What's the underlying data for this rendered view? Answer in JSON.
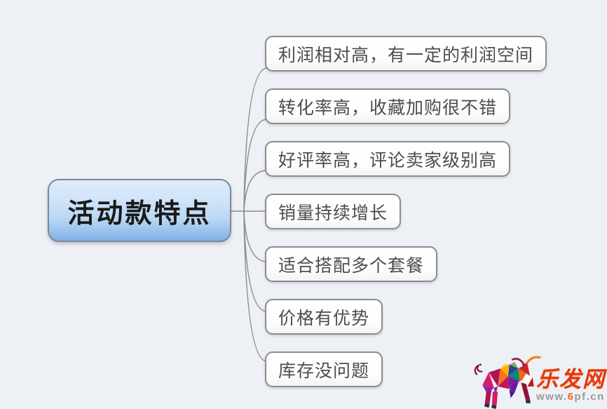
{
  "page": {
    "background_color": "#edf0f5"
  },
  "mindmap": {
    "root": {
      "label": "活动款特点",
      "fill_top": "#deecfb",
      "fill_bottom": "#7fb0e8",
      "border_color": "#7d8896",
      "text_color": "#1a1a1a"
    },
    "branches": [
      {
        "label": "利润相对高，有一定的利润空间"
      },
      {
        "label": "转化率高，收藏加购很不错"
      },
      {
        "label": "好评率高，评论卖家级别高"
      },
      {
        "label": "销量持续增长"
      },
      {
        "label": "适合搭配多个套餐"
      },
      {
        "label": "价格有优势"
      },
      {
        "label": "库存没问题"
      }
    ],
    "branch_text_color": "#4d4d4d",
    "branch_border_color": "#8c8c8c",
    "connector_color": "#8e8e8e"
  },
  "watermark": {
    "logo_icon": "bull-logo",
    "site_name": "乐发网",
    "site_name_color": "#e8380d",
    "url_prefix": "www.",
    "url_highlight": "6",
    "url_suffix": "pf.cn",
    "url_color": "#9a9a9a",
    "url_highlight_color": "#f26522"
  }
}
